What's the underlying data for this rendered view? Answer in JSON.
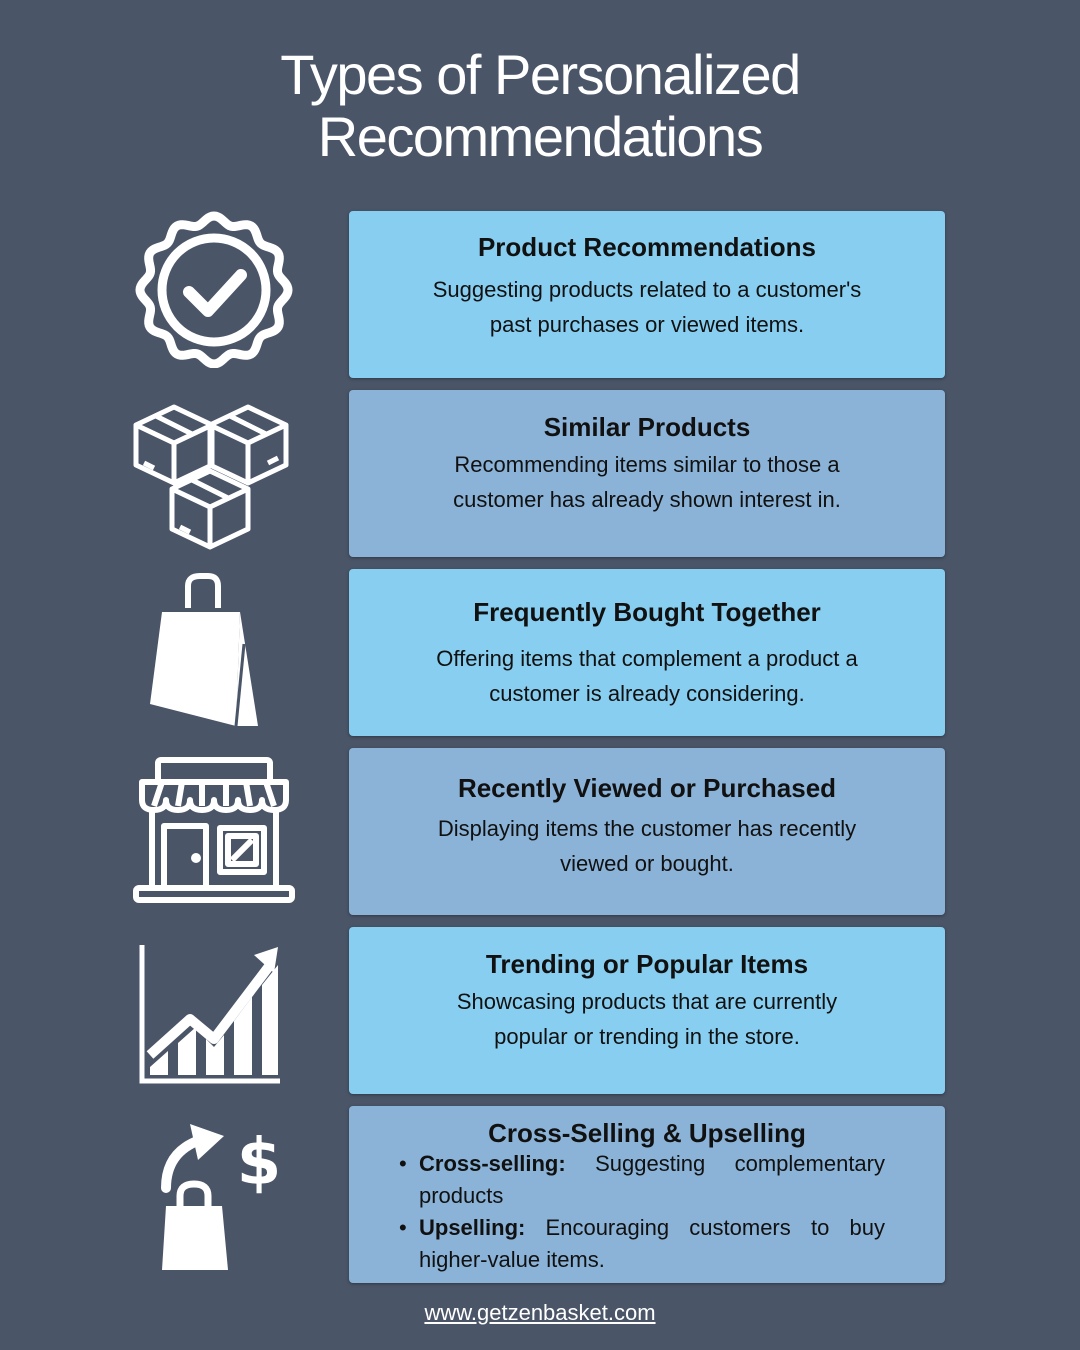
{
  "title": {
    "line1": "Types of Personalized",
    "line2": "Recommendations"
  },
  "cards": [
    {
      "heading": "Product Recommendations",
      "line1": "Suggesting products related to a customer's",
      "line2": "past purchases or viewed items.",
      "icon": "badge-check-icon"
    },
    {
      "heading": "Similar Products",
      "line1": "Recommending items similar to those a",
      "line2": "customer has already shown interest in.",
      "icon": "boxes-icon"
    },
    {
      "heading": "Frequently Bought Together",
      "line1": "Offering items that complement a product a",
      "line2": "customer is already considering.",
      "icon": "shopping-bag-icon"
    },
    {
      "heading": "Recently Viewed or Purchased",
      "line1": "Displaying items the customer has recently",
      "line2": "viewed or bought.",
      "icon": "storefront-icon"
    },
    {
      "heading": "Trending or Popular Items",
      "line1": "Showcasing products that are currently",
      "line2": "popular or trending in the store.",
      "icon": "trending-chart-icon"
    },
    {
      "heading": "Cross-Selling & Upselling",
      "bullets": [
        {
          "term": "Cross-selling:",
          "text": "Suggesting complementary products"
        },
        {
          "term": "Upselling:",
          "text": "Encouraging customers to buy higher-value items."
        }
      ],
      "icon": "upsell-bag-dollar-icon"
    }
  ],
  "footer": {
    "url": "www.getzenbasket.com"
  },
  "colors": {
    "background": "#4a5568",
    "card_light": "#87cef0",
    "card_mid": "#8bb3d8",
    "text": "#111111",
    "white": "#ffffff"
  }
}
